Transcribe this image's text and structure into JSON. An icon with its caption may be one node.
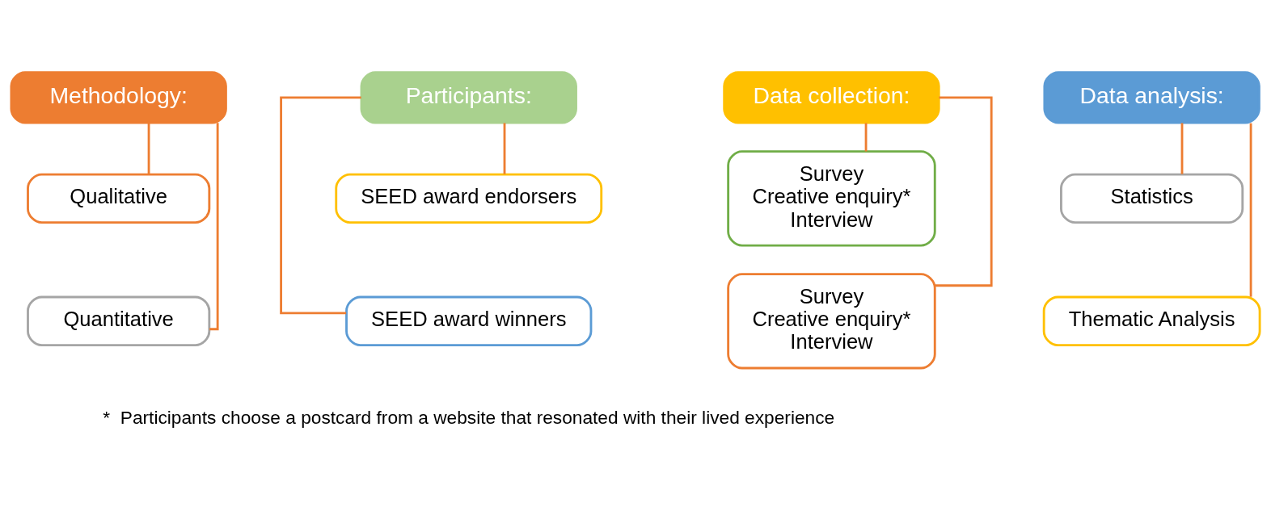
{
  "diagram": {
    "nodes": [
      {
        "text": [
          "Methodology:"
        ]
      },
      {
        "text": [
          "Qualitative"
        ]
      },
      {
        "text": [
          "Quantitative"
        ]
      },
      {
        "text": [
          "Participants:"
        ]
      },
      {
        "text": [
          "SEED award endorsers"
        ]
      },
      {
        "text": [
          "SEED award winners"
        ]
      },
      {
        "text": [
          "Data collection:"
        ]
      },
      {
        "text": [
          "Survey",
          "Creative enquiry*",
          "Interview"
        ]
      },
      {
        "text": [
          "Survey",
          "Creative enquiry*",
          "Interview"
        ]
      },
      {
        "text": [
          "Data analysis:"
        ]
      },
      {
        "text": [
          "Statistics"
        ]
      },
      {
        "text": [
          "Thematic Analysis"
        ]
      }
    ],
    "edges": [
      {
        "from": 0,
        "to": 1,
        "arrow": "none"
      },
      {
        "from": 0,
        "to": 2,
        "arrow": "none"
      },
      {
        "from": 3,
        "to": 4,
        "arrow": "none"
      },
      {
        "from": 3,
        "to": 5,
        "arrow": "none"
      },
      {
        "from": 6,
        "to": 7,
        "arrow": "none"
      },
      {
        "from": 6,
        "to": 8,
        "arrow": "none"
      },
      {
        "from": 9,
        "to": 10,
        "arrow": "none"
      },
      {
        "from": 9,
        "to": 11,
        "arrow": "none"
      }
    ],
    "labels": [
      "*  Participants choose a postcard from a website that resonated with their lived experience"
    ]
  }
}
